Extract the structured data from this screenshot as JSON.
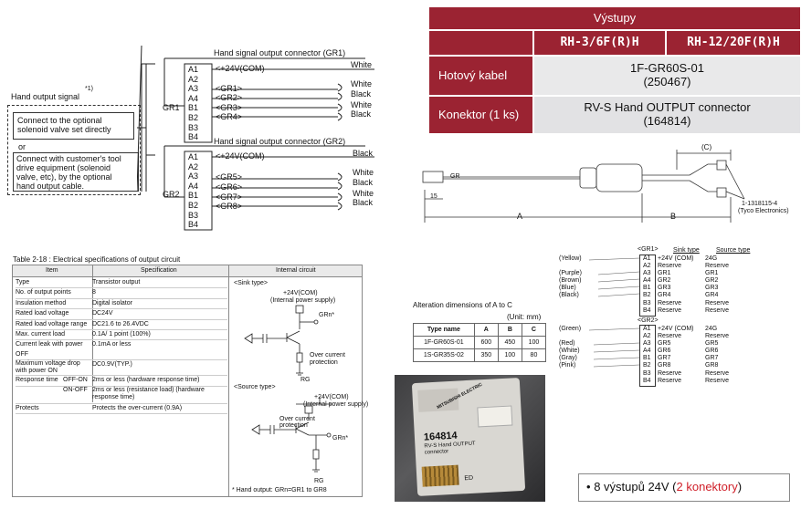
{
  "schematic_left": {
    "hand_output_signal": "Hand output signal",
    "footnote_mark": "*1)",
    "box_text_1": [
      "Connect to the optional",
      "solenoid valve set directly"
    ],
    "or": "or",
    "box_text_2": [
      "Connect with customer's tool",
      "drive equipment (solenoid",
      "valve, etc), by the optional",
      "hand output cable."
    ],
    "gr1": {
      "title": "Hand signal output connector (GR1)",
      "label": "GR1",
      "pins": [
        "A1",
        "A2",
        "A3",
        "A4",
        "B1",
        "B2",
        "B3",
        "B4"
      ],
      "signals": [
        "<+24V(COM)",
        "",
        "<GR1>",
        "<GR2>",
        "<GR3>",
        "<GR4>",
        "",
        ""
      ],
      "wires": [
        "White",
        "White",
        "Black",
        "White",
        "Black"
      ]
    },
    "gr2": {
      "title": "Hand signal output connector (GR2)",
      "label": "GR2",
      "pins": [
        "A1",
        "A2",
        "A3",
        "A4",
        "B1",
        "B2",
        "B3",
        "B4"
      ],
      "signals": [
        "<+24V(COM)",
        "",
        "<GR5>",
        "<GR6>",
        "<GR7>",
        "<GR8>",
        "",
        ""
      ],
      "wires": [
        "Black",
        "White",
        "Black",
        "White",
        "Black"
      ]
    }
  },
  "top_table": {
    "header": "Výstupy",
    "col1": "RH-3/6F(R)H",
    "col2": "RH-12/20F(R)H",
    "row1_label": "Hotový kabel",
    "row1_value_1": "1F-GR60S-01",
    "row1_value_2": "(250467)",
    "row2_label": "Konektor (1 ks)",
    "row2_value_1": "RV-S Hand OUTPUT connector",
    "row2_value_2": "(164814)",
    "accent": "#9b2332"
  },
  "spec_table": {
    "caption": "Table 2-18 : Electrical specifications of output circuit",
    "headers": [
      "Item",
      "Specification",
      "Internal circuit"
    ],
    "rows": [
      [
        "Type",
        "Transistor output"
      ],
      [
        "No. of output points",
        "8"
      ],
      [
        "Insulation method",
        "Digital isolator"
      ],
      [
        "Rated load voltage",
        "DC24V"
      ],
      [
        "Rated load voltage range",
        "DC21.6 to 26.4VDC"
      ],
      [
        "Max. current load",
        "0.1A/ 1 point (100%)"
      ],
      [
        "Current leak with power OFF",
        "0.1mA or less"
      ],
      [
        "Maximum voltage drop with power ON",
        "DC0.9V(TYP.)"
      ]
    ],
    "response_label": "Response time",
    "response_rows": [
      [
        "OFF-ON",
        "2ms or less (hardware response time)"
      ],
      [
        "ON-OFF",
        "2ms or less (resistance load) (hardware response time)"
      ]
    ],
    "protects": [
      "Protects",
      "Protects the over-current (0.9A)"
    ],
    "circuit": {
      "sink": "<Sink type>",
      "sink_supply": [
        "+24V(COM)",
        "(Internal power supply)"
      ],
      "grn": "GRn*",
      "over_current": [
        "Over current",
        "protection"
      ],
      "rg": "RG",
      "source": "<Source type>",
      "source_supply": [
        "+24V(COM)",
        "(Internal power supply)"
      ],
      "source_over": [
        "Over current",
        "protection"
      ],
      "grn2": "GRn*",
      "rg2": "RG",
      "footnote": "* Hand output: GRn=GR1 to GR8"
    }
  },
  "cable_drawing": {
    "c_label": "(C)",
    "gr": "GR",
    "dim_15": "15",
    "dim_a": "A",
    "dim_b": "B",
    "part": "1-1318115-4",
    "part_maker": "(Tyco Electronics)"
  },
  "alteration": {
    "title": "Alteration dimensions of A to C",
    "unit": "(Unit: mm)",
    "headers": [
      "Type name",
      "A",
      "B",
      "C"
    ],
    "rows": [
      [
        "1F-GR60S-01",
        "600",
        "450",
        "100"
      ],
      [
        "1S-GR35S-02",
        "350",
        "100",
        "80"
      ]
    ]
  },
  "pinout": {
    "gr1": "<GR1>",
    "sink_type": "Sink type",
    "source_type": "Source type",
    "gr1_rows": [
      [
        "(Yellow)",
        "A1",
        "+24V (COM)",
        "24G"
      ],
      [
        "",
        "A2",
        "Reserve",
        "Reserve"
      ],
      [
        "(Purple)",
        "A3",
        "GR1",
        "GR1"
      ],
      [
        "(Brown)",
        "A4",
        "GR2",
        "GR2"
      ],
      [
        "(Blue)",
        "B1",
        "GR3",
        "GR3"
      ],
      [
        "(Black)",
        "B2",
        "GR4",
        "GR4"
      ],
      [
        "",
        "B3",
        "Reserve",
        "Reserve"
      ],
      [
        "",
        "B4",
        "Reserve",
        "Reserve"
      ]
    ],
    "gr2": "<GR2>",
    "gr2_rows": [
      [
        "(Green)",
        "A1",
        "+24V (COM)",
        "24G"
      ],
      [
        "",
        "A2",
        "Reserve",
        "Reserve"
      ],
      [
        "(Red)",
        "A3",
        "GR5",
        "GR5"
      ],
      [
        "(White)",
        "A4",
        "GR6",
        "GR6"
      ],
      [
        "(Gray)",
        "B1",
        "GR7",
        "GR7"
      ],
      [
        "(Pink)",
        "B2",
        "GR8",
        "GR8"
      ],
      [
        "",
        "B3",
        "Reserve",
        "Reserve"
      ],
      [
        "",
        "B4",
        "Reserve",
        "Reserve"
      ]
    ]
  },
  "photo": {
    "brand": "MITSUBISHI ELECTRIC",
    "part_no": "164814",
    "part_desc": [
      "RV-S Hand OUTPUT",
      "connector"
    ],
    "code": "ED"
  },
  "bottom_note": {
    "bullet": "•",
    "prefix": "8 výstupů 24V (",
    "highlight": "2 konektory",
    "suffix": ")",
    "highlight_color": "#d0202a"
  }
}
